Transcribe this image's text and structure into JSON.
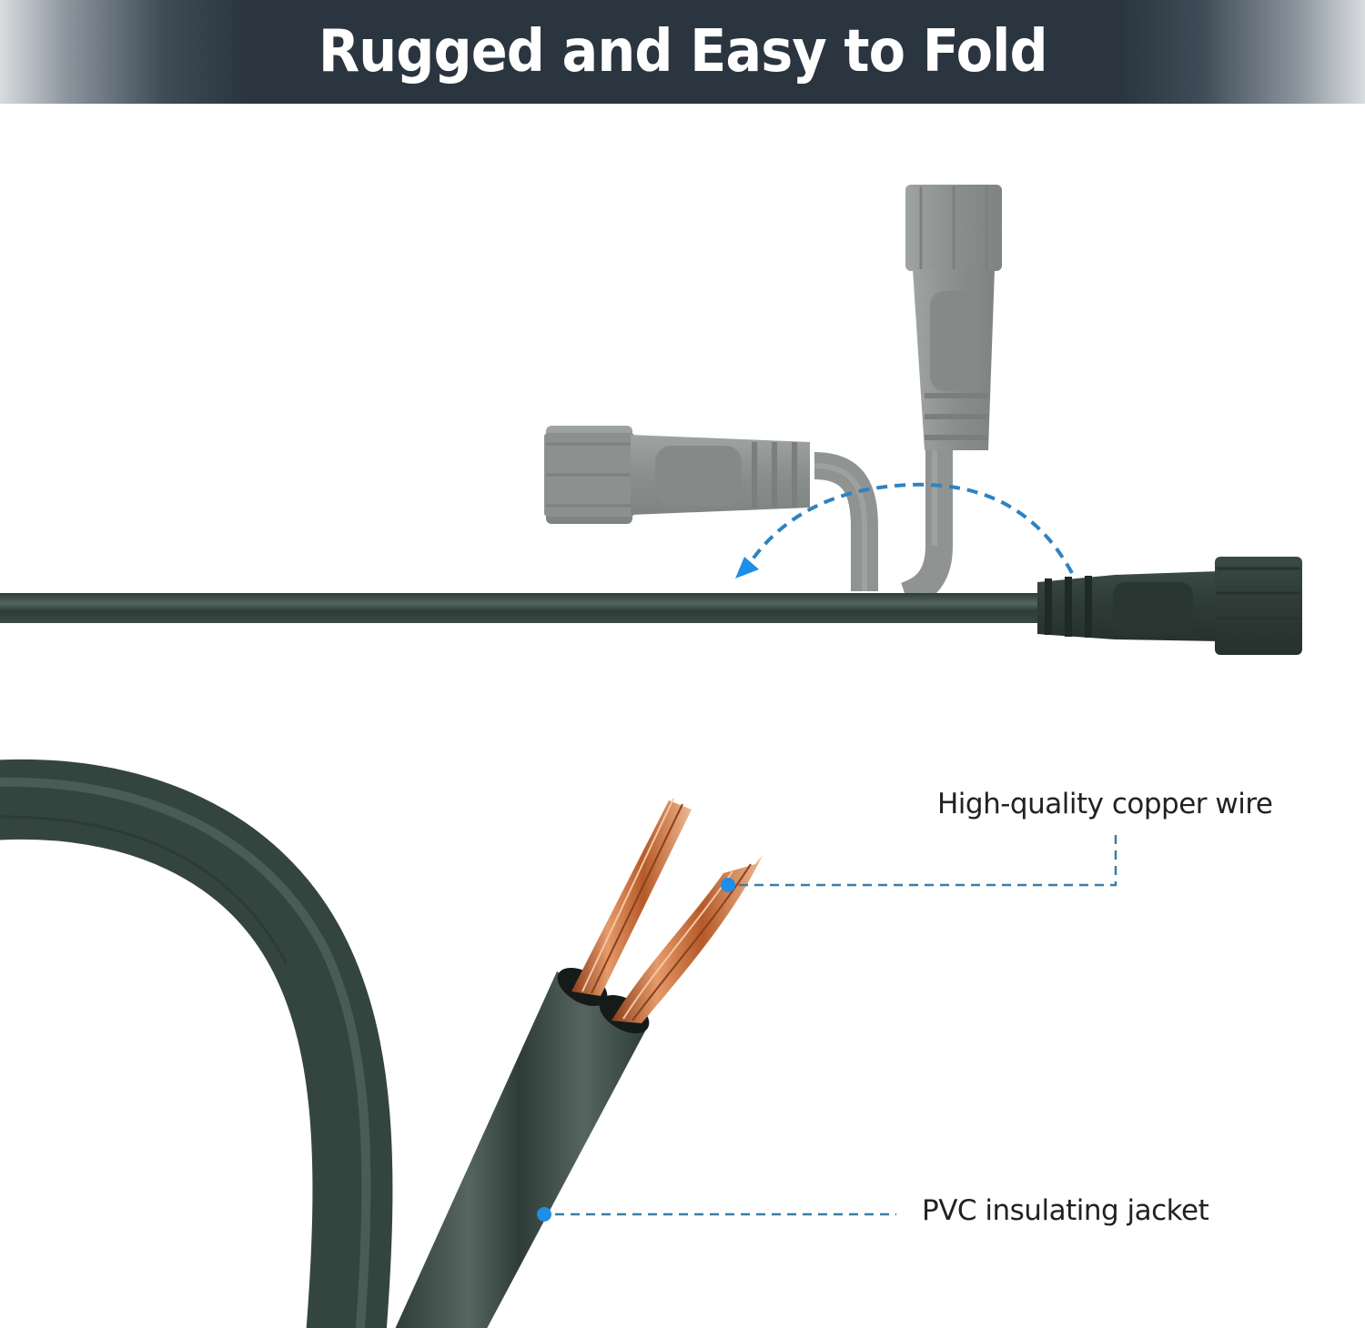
{
  "banner": {
    "title": "Rugged and Easy to Fold"
  },
  "callouts": {
    "copper": {
      "label": "High-quality copper wire"
    },
    "jacket": {
      "label": "PVC insulating jacket"
    }
  },
  "icons": {
    "fold_arrow": "curved-dashed-arrow-icon",
    "callout_dot": "blue-dot-marker"
  },
  "colors": {
    "banner_bg": "#2a3540",
    "cable_green": "#34453f",
    "cable_highlight": "#56655f",
    "connector_gray": "#8c918f",
    "connector_gray_light": "#a3a8a6",
    "accent_blue": "#1e8ee6",
    "dashed_line": "#3a7ea3",
    "copper": "#c8713f",
    "text": "#222222"
  }
}
